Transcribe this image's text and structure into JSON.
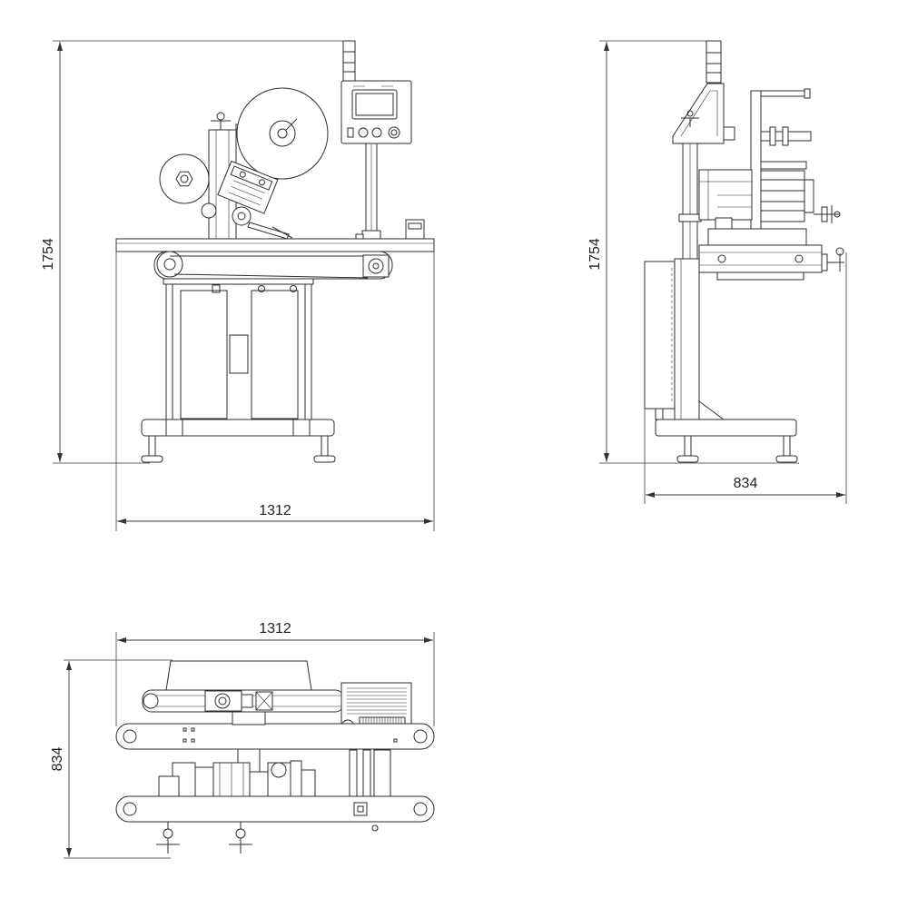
{
  "colors": {
    "line": "#2e2e2e",
    "background": "#ffffff"
  },
  "dimensions": {
    "front_height": "1754",
    "front_width": "1312",
    "side_height": "1754",
    "side_depth": "834",
    "top_width": "1312",
    "top_depth": "834"
  }
}
